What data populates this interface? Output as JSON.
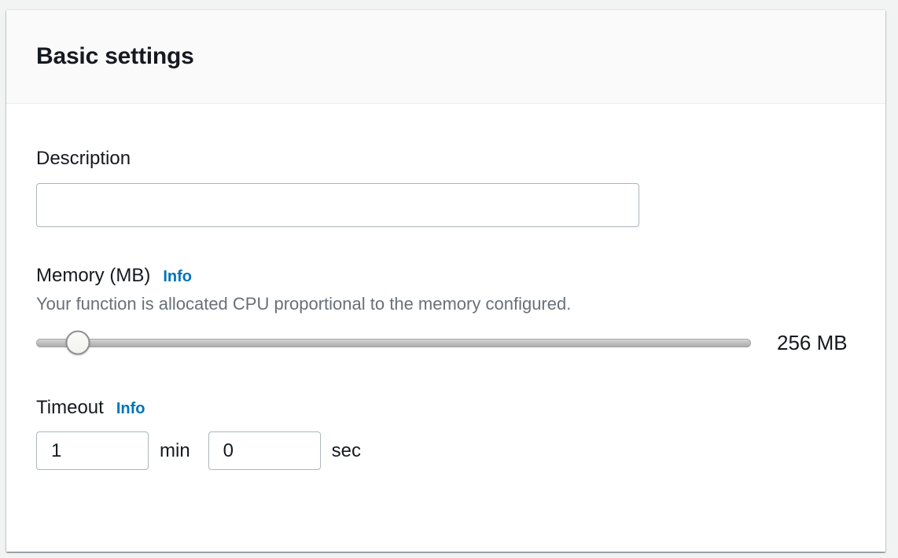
{
  "panel": {
    "title": "Basic settings"
  },
  "fields": {
    "description": {
      "label": "Description",
      "value": "",
      "placeholder": ""
    },
    "memory": {
      "label": "Memory (MB)",
      "info_label": "Info",
      "helper_text": "Your function is allocated CPU proportional to the memory configured.",
      "value_display": "256 MB",
      "slider_percent": 5.8
    },
    "timeout": {
      "label": "Timeout",
      "info_label": "Info",
      "minutes_value": "1",
      "minutes_unit": "min",
      "seconds_value": "0",
      "seconds_unit": "sec"
    }
  },
  "colors": {
    "link_blue": "#0073bb",
    "text_dark": "#16191f",
    "text_muted": "#687078",
    "input_border": "#aab7b8",
    "header_bg": "#fafafa",
    "page_bg": "#f2f3f3"
  }
}
